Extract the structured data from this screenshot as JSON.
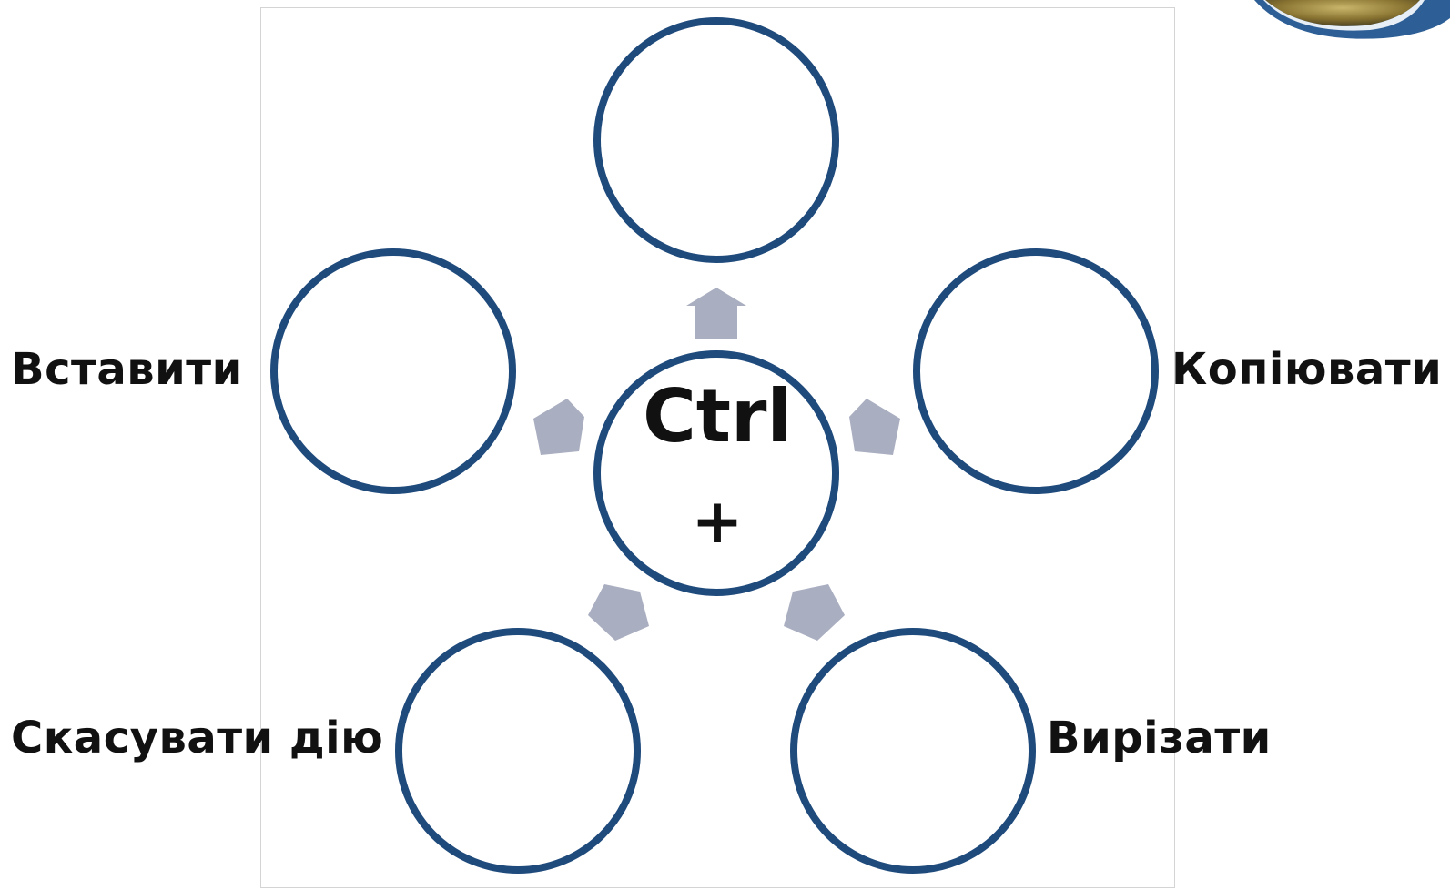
{
  "diagram": {
    "center": {
      "title": "Ctrl",
      "symbol": "+"
    },
    "labels": {
      "paste": "Вставити",
      "copy": "Копіювати",
      "undo": "Скасувати дію",
      "cut": "Вирізати"
    },
    "colors": {
      "circle_stroke": "#1f4a7c",
      "arrow_fill": "#a9aec0",
      "text": "#111111",
      "logo_blue": "#2d5f96",
      "logo_gold": "#8a7432"
    }
  }
}
